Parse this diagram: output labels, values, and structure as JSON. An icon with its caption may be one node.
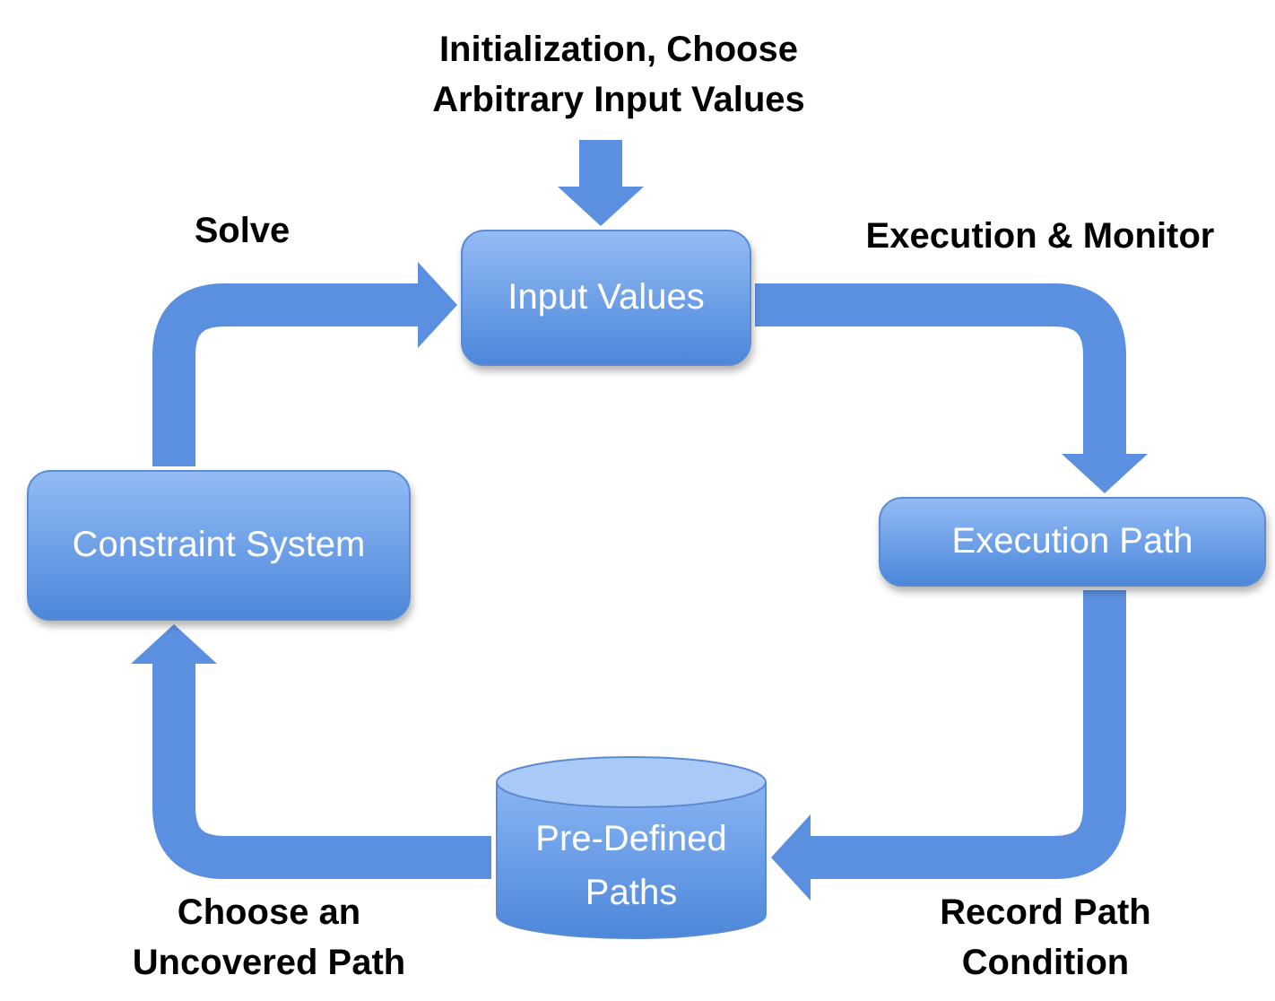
{
  "diagram": {
    "nodes": [
      {
        "text": [
          "Input Values"
        ]
      },
      {
        "text": [
          "Execution Path"
        ]
      },
      {
        "text": [
          "Pre-Defined Paths"
        ]
      },
      {
        "text": [
          "Constraint System"
        ]
      }
    ],
    "edges": [
      {
        "from": null,
        "to": 0,
        "arrow": "to",
        "label": "Initialization,  Choose Arbitrary Input Values"
      },
      {
        "from": 0,
        "to": 1,
        "arrow": "to",
        "label": "Execution & Monitor"
      },
      {
        "from": 1,
        "to": 2,
        "arrow": "to",
        "label": "Record Path Condition"
      },
      {
        "from": 2,
        "to": 3,
        "arrow": "to",
        "label": "Choose an Uncovered Path"
      },
      {
        "from": 3,
        "to": 0,
        "arrow": "to",
        "label": "Solve"
      }
    ]
  }
}
